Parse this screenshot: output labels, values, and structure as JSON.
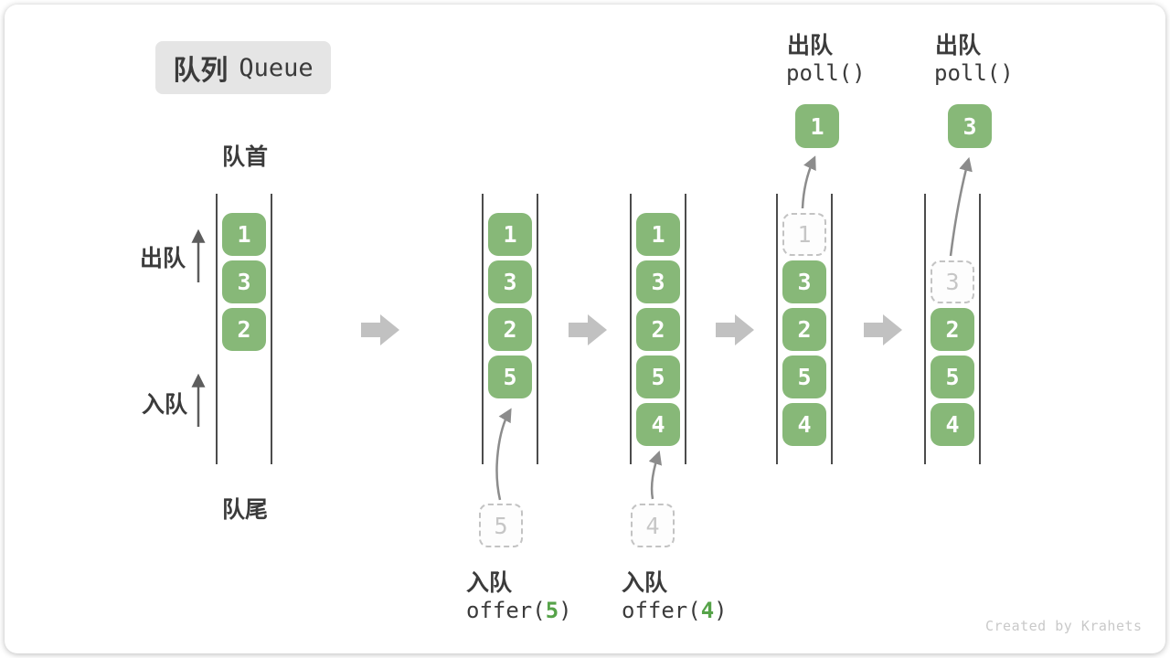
{
  "badge": {
    "zh": "队列",
    "en": "Queue"
  },
  "side_labels": {
    "front": "队首",
    "rear": "队尾",
    "dequeue": "出队",
    "enqueue": "入队"
  },
  "queues": [
    {
      "boxes": [
        "1",
        "3",
        "2"
      ]
    },
    {
      "boxes": [
        "1",
        "3",
        "2",
        "5"
      ],
      "ghost": "5"
    },
    {
      "boxes": [
        "1",
        "3",
        "2",
        "5",
        "4"
      ],
      "ghost": "4"
    },
    {
      "ghost": "1",
      "boxes": [
        "3",
        "2",
        "5",
        "4"
      ],
      "popped": "1"
    },
    {
      "ghost": "3",
      "boxes": [
        "2",
        "5",
        "4"
      ],
      "popped": "3"
    }
  ],
  "enqueue_ops": [
    {
      "label": "入队",
      "fn": "offer(",
      "arg": "5",
      "close": ")"
    },
    {
      "label": "入队",
      "fn": "offer(",
      "arg": "4",
      "close": ")"
    }
  ],
  "dequeue_ops": [
    {
      "label": "出队",
      "code": "poll()"
    },
    {
      "label": "出队",
      "code": "poll()"
    }
  ],
  "watermark": "Created by Krahets",
  "colors": {
    "box_green": "#87b878",
    "code_green": "#56a349",
    "flow_arrow_gray": "#c1c1c1",
    "curve_arrow_gray": "#8c8c8c",
    "queue_line": "#4c4c4c",
    "badge_bg": "#e5e5e5"
  }
}
